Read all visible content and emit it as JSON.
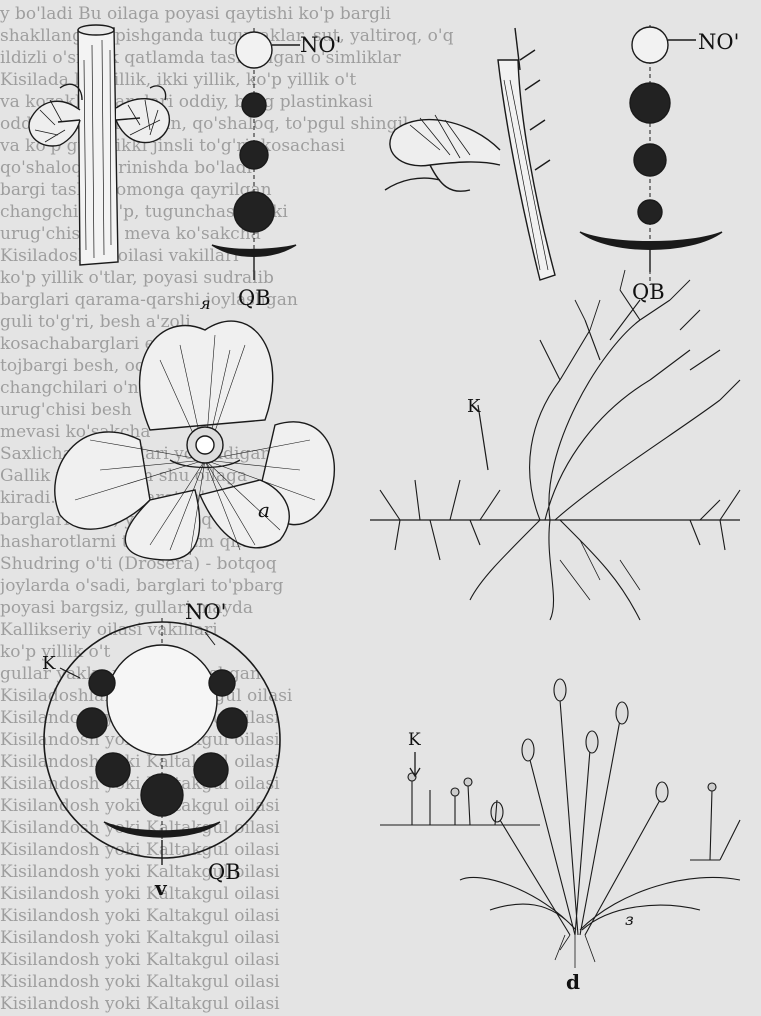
{
  "background": {
    "paper_color": "#e4e4e4",
    "ink_color": "#1a1a1a",
    "faded_text_color": "#777777"
  },
  "background_text_lines": [
    "y bo'ladi Bu oilaga poyasi qaytishi ko'p bargli",
    "shakllangan, pishganda tugunaklar, sut, yaltiroq, o'q",
    "ildizli o'simlik qatlamda tashlangan o'simliklar",
    "Kisilada bir yillik, ikki yillik, ko'p yillik o't",
    "va kozaklar barglari oddiy, barg plastinkasi",
    "oddiy barg, qirqilgan, qo'shaloq, to'pgul shingil",
    "va ko'p gulli, ikki jinsli to'g'ri, kosachasi",
    "qo'shaloq, ko'rinishda bo'ladi",
    "bargi tashqi tomonga qayrilgan",
    "changchisi ko'p, tugunchasi ustki",
    "urug'chisi bir, meva ko'sakcha",
    "Kisiladoshlar oilasi vakillari",
    "ko'p yillik o'tlar, poyasi sudralib",
    "barglari qarama-qarshi joylashgan",
    "guli to'g'ri, besh a'zoli",
    "kosachabarglari erkin",
    "tojbargi besh, oq",
    "changchilari o'n",
    "urug'chisi besh",
    "mevasi ko'sakcha",
    "Saxlichayli vakillari yoriladigan",
    "Gallik turlari ham shu oilaga",
    "kiradi. Ular hasharotxo'r o'simlik",
    "barglari tukli, yopishqoq",
    "hasharotlarni tutib hazm qiladi",
    "Shudring o'ti (Drosera) - botqoq",
    "joylarda o'sadi, barglari to'pbarg",
    "poyasi bargsiz, gullari mayda",
    "Kallikseriy oilasi vakillari",
    "ko'p yillik o't",
    "gullar yakka-yakka joylashgan",
    "Kisiladoshlar yoki Kaltakgul oilasi",
    "Kisilandosh yoki Kaltakgul oilasi",
    "Kisilandosh yoki Kaltakgul oilasi",
    "Kisilandosh yoki Kaltakgul oilasi",
    "Kisilandosh yoki Kaltakgul oilasi",
    "Kisilandosh yoki Kaltakgul oilasi",
    "Kisilandosh yoki Kaltakgul oilasi",
    "Kisilandosh yoki Kaltakgul oilasi",
    "Kisilandosh yoki Kaltakgul oilasi",
    "Kisilandosh yoki Kaltakgul oilasi",
    "Kisilandosh yoki Kaltakgul oilasi",
    "Kisilandosh yoki Kaltakgul oilasi",
    "Kisilandosh yoki Kaltakgul oilasi",
    "Kisilandosh yoki Kaltakgul oilasi",
    "Kisilandosh yoki Kaltakgul oilasi"
  ],
  "labels": {
    "no_top_left": "NO'",
    "no_top_right": "NO'",
    "no_bottom": "NO'",
    "qb_top_left": "QB",
    "qb_top_right": "QB",
    "qb_bottom": "QB",
    "fig_ya": "я",
    "fig_a": "a",
    "fig_k_right": "K",
    "fig_k_left": "K",
    "fig_k_bottom": "K",
    "fig_v": "v",
    "fig_z": "з",
    "fig_d": "d"
  },
  "diagrams": {
    "top_left_dots": 3,
    "top_right_dots": 3,
    "bottom_dots": 7
  }
}
